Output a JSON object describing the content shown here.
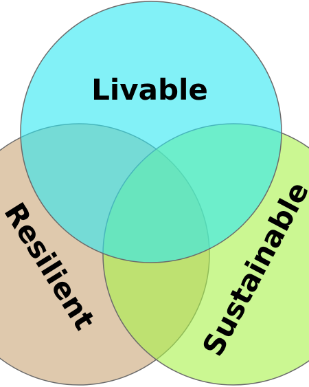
{
  "diagram": {
    "type": "venn",
    "sets": [
      {
        "id": "resilient",
        "label": "Resilient",
        "color": "#c9a577"
      },
      {
        "id": "sustainable",
        "label": "Sustainable",
        "color": "#a8f24a"
      },
      {
        "id": "livable",
        "label": "Livable",
        "color": "#2fe8f2"
      }
    ],
    "outline_color": "#6b6b6b"
  }
}
